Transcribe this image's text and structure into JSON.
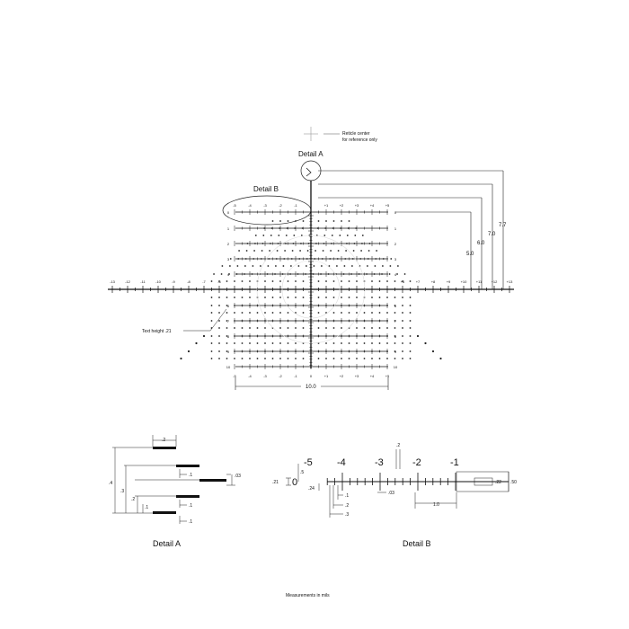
{
  "notes": {
    "center_ref": "Reticle center\nfor reference only",
    "text_height": "Text height .21",
    "measurements": "Measurements in mils"
  },
  "detail_a": {
    "label": "Detail A",
    "title": "Detail A",
    "dims": [
      ".2",
      ".1",
      ".03",
      ".4",
      ".3",
      ".2",
      ".1",
      ".1",
      ".1"
    ]
  },
  "detail_b": {
    "label": "Detail B",
    "title": "Detail B",
    "numbers": [
      "-5",
      "-4",
      "-3",
      "-2",
      "-1"
    ],
    "zero": "0",
    "dims": [
      ".2",
      ".5",
      ".21",
      ".24",
      ".1",
      ".2",
      ".3",
      ".03",
      "1.0",
      ".22",
      ".50"
    ]
  },
  "reticle": {
    "top_numbers_left": [
      "-5",
      "-4",
      "-3",
      "-2",
      "-1"
    ],
    "top_numbers_right": [
      "+1",
      "+2",
      "+3",
      "+4",
      "+5"
    ],
    "top_zero": "0",
    "row_labels": [
      "1",
      "2",
      "3",
      "4",
      "6",
      "7",
      "8",
      "9",
      "10"
    ],
    "horizontal_left": [
      "-13",
      "-12",
      "-11",
      "-10",
      "-9",
      "-8",
      "-7",
      "-6"
    ],
    "horizontal_right": [
      "+6",
      "+7",
      "+8",
      "+9",
      "+10",
      "+11",
      "+12",
      "+13"
    ],
    "bottom_numbers_left": [
      "-5",
      "-4",
      "-3",
      "-2",
      "-1"
    ],
    "bottom_numbers_right": [
      "+1",
      "+2",
      "+3",
      "+4",
      "+5"
    ],
    "bottom_zero": "0",
    "width_dim": "10.0",
    "heights": [
      "5.0",
      "6.0",
      "7.0",
      "7.7"
    ]
  }
}
